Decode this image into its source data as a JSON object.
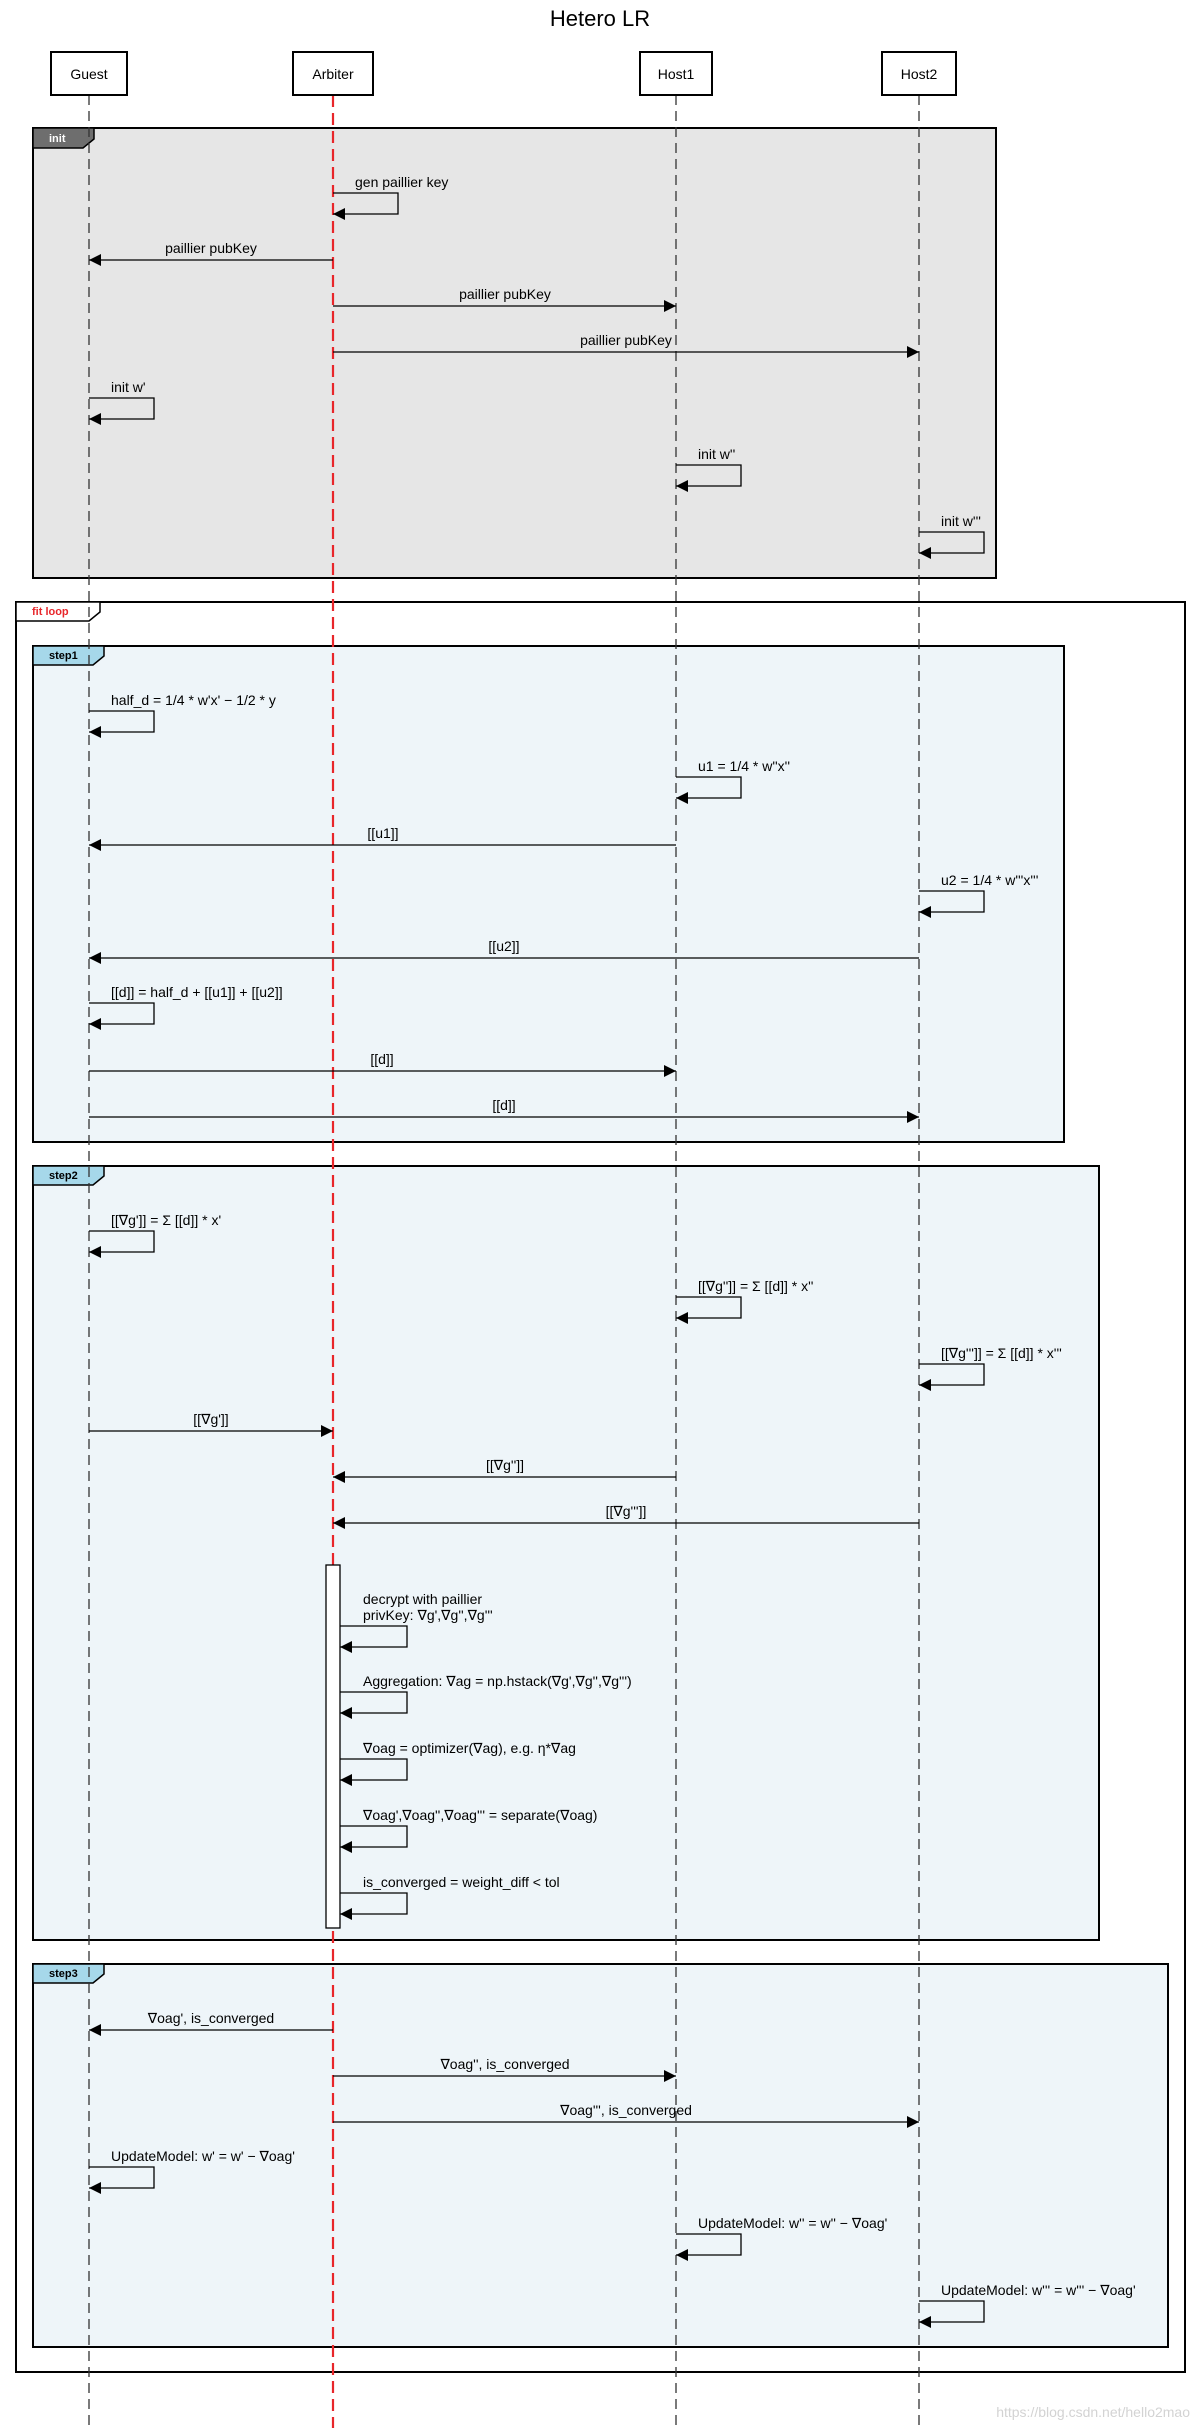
{
  "title": "Hetero LR",
  "participants": [
    {
      "id": "guest",
      "label": "Guest"
    },
    {
      "id": "arbiter",
      "label": "Arbiter"
    },
    {
      "id": "host1",
      "label": "Host1"
    },
    {
      "id": "host2",
      "label": "Host2"
    }
  ],
  "colors": {
    "arbiter_lifeline": "#e8262a",
    "lifeline": "#333333",
    "init_fill": "#e6e6e6",
    "init_tag": "#6e6e6e",
    "step_fill": "#eef5f9",
    "step_tag": "#a6d8ea",
    "loop_tag_text": "#e8262a"
  },
  "frames": {
    "init": {
      "label": "init"
    },
    "fit_loop": {
      "label": "fit loop"
    },
    "step1": {
      "label": "step1"
    },
    "step2": {
      "label": "step2"
    },
    "step3": {
      "label": "step3"
    }
  },
  "messages": {
    "m1": "gen paillier key",
    "m2": "paillier pubKey",
    "m3": "paillier pubKey",
    "m4": "paillier pubKey",
    "m5": "init w'",
    "m6": "init w''",
    "m7": "init w'''",
    "m8": "half_d = 1/4 * w'x' − 1/2 * y",
    "m9": "u1 = 1/4 * w''x''",
    "m10": "[[u1]]",
    "m11": "u2 = 1/4 * w'''x'''",
    "m12": "[[u2]]",
    "m13": "[[d]] = half_d + [[u1]] + [[u2]]",
    "m14": "[[d]]",
    "m15": "[[d]]",
    "m16": "[[∇g']] =  Σ [[d]] * x'",
    "m17": "[[∇g'']] =  Σ [[d]] * x''",
    "m18": "[[∇g''']] =  Σ [[d]] * x'''",
    "m19": "[[∇g']]",
    "m20": "[[∇g'']]",
    "m21": "[[∇g''']]",
    "m22a": "decrypt with paillier",
    "m22b": "privKey: ∇g',∇g'',∇g'''",
    "m23": "Aggregation:  ∇ag = np.hstack(∇g',∇g'',∇g''')",
    "m24": "∇oag = optimizer(∇ag), e.g. η*∇ag",
    "m25": "∇oag',∇oag'',∇oag''' = separate(∇oag)",
    "m26": "is_converged = weight_diff < tol",
    "m27": "∇oag', is_converged",
    "m28": "∇oag'', is_converged",
    "m29": "∇oag''', is_converged",
    "m30": "UpdateModel: w' = w' − ∇oag'",
    "m31": "UpdateModel: w'' = w'' − ∇oag'",
    "m32": "UpdateModel: w''' = w''' − ∇oag'"
  },
  "watermark": "https://blog.csdn.net/hello2mao"
}
